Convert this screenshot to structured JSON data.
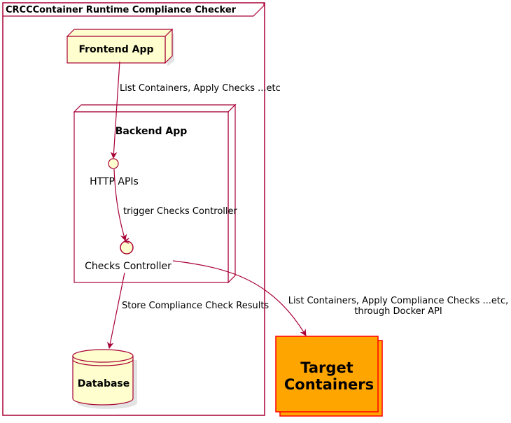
{
  "frame": {
    "title": "CRCCContainer Runtime Compliance Checker"
  },
  "nodes": {
    "frontend": {
      "label": "Frontend App"
    },
    "backend": {
      "label": "Backend App"
    },
    "http_apis": {
      "label": "HTTP APIs"
    },
    "checks_controller": {
      "label": "Checks Controller"
    },
    "database": {
      "label": "Database"
    },
    "target": {
      "line1": "Target",
      "line2": "Containers"
    }
  },
  "edges": {
    "frontend_to_http": {
      "label": "List Containers, Apply Checks ...etc"
    },
    "http_to_controller": {
      "label": "trigger Checks Controller"
    },
    "controller_to_db": {
      "label": "Store Compliance Check Results"
    },
    "controller_to_target": {
      "line1": "List Containers, Apply Compliance Checks ...etc,",
      "line2": "through Docker API"
    }
  },
  "colors": {
    "border": "#A80036",
    "node_fill": "#FEFECE",
    "target_fill": "#FFA500",
    "target_border": "#FF0000",
    "shadow": "#C8C8C8"
  }
}
